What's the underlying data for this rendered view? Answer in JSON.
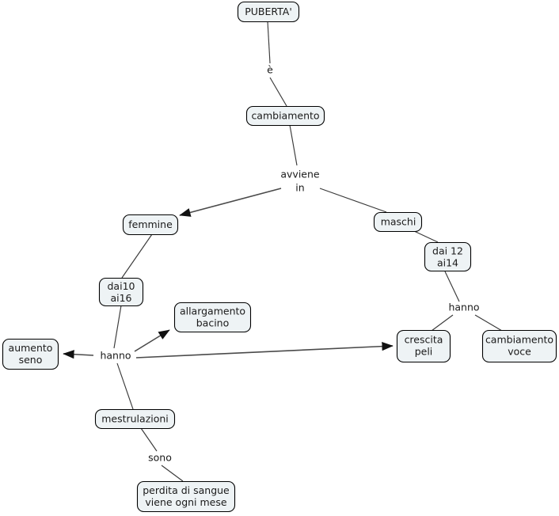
{
  "diagram": {
    "title": "PUBERTA' concept map",
    "background_color": "#ffffff",
    "node_fill": "#eef3f5",
    "node_stroke": "#000000",
    "text_color": "#1a1a1a",
    "nodes": [
      {
        "id": "puberta",
        "label": "PUBERTA'",
        "lines": [
          "PUBERTA'"
        ]
      },
      {
        "id": "cambiamento",
        "label": "cambiamento",
        "lines": [
          "cambiamento"
        ]
      },
      {
        "id": "femmine",
        "label": "femmine",
        "lines": [
          "femmine"
        ]
      },
      {
        "id": "maschi",
        "label": "maschi",
        "lines": [
          "maschi"
        ]
      },
      {
        "id": "dai10ai16",
        "label": "dai10 ai16",
        "lines": [
          "dai10",
          "ai16"
        ]
      },
      {
        "id": "dai12ai14",
        "label": "dai 12 ai14",
        "lines": [
          "dai 12",
          "ai14"
        ]
      },
      {
        "id": "aumentoseno",
        "label": "aumento seno",
        "lines": [
          "aumento",
          "seno"
        ]
      },
      {
        "id": "allargamento",
        "label": "allargamento bacino",
        "lines": [
          "allargamento",
          "bacino"
        ]
      },
      {
        "id": "mestrulazioni",
        "label": "mestrulazioni",
        "lines": [
          "mestrulazioni"
        ]
      },
      {
        "id": "perdita",
        "label": "perdita di sangue viene ogni mese",
        "lines": [
          "perdita di sangue",
          "viene ogni mese"
        ]
      },
      {
        "id": "crescitapeli",
        "label": "crescita peli",
        "lines": [
          "crescita",
          "peli"
        ]
      },
      {
        "id": "cambiamentovoce",
        "label": "cambiamento voce",
        "lines": [
          "cambiamento",
          "voce"
        ]
      }
    ],
    "link_labels": [
      {
        "id": "e-label",
        "text": "è"
      },
      {
        "id": "avviene-in-label",
        "lines": [
          "avviene",
          "in"
        ],
        "text": "avviene in"
      },
      {
        "id": "hanno-left-label",
        "text": "hanno"
      },
      {
        "id": "hanno-right-label",
        "text": "hanno"
      },
      {
        "id": "sono-label",
        "text": "sono"
      }
    ],
    "relations": [
      {
        "from": "puberta",
        "label": "è",
        "to": "cambiamento"
      },
      {
        "from": "cambiamento",
        "label": "avviene in",
        "to": "femmine"
      },
      {
        "from": "cambiamento",
        "label": "avviene in",
        "to": "maschi"
      },
      {
        "from": "femmine",
        "label": "",
        "to": "dai10 ai16"
      },
      {
        "from": "maschi",
        "label": "",
        "to": "dai 12 ai14"
      },
      {
        "from": "dai10 ai16",
        "label": "hanno",
        "to": "aumento seno"
      },
      {
        "from": "dai10 ai16",
        "label": "hanno",
        "to": "allargamento bacino"
      },
      {
        "from": "dai10 ai16",
        "label": "hanno",
        "to": "crescita peli"
      },
      {
        "from": "dai10 ai16",
        "label": "hanno",
        "to": "mestrulazioni"
      },
      {
        "from": "mestrulazioni",
        "label": "sono",
        "to": "perdita di sangue viene ogni mese"
      },
      {
        "from": "dai 12 ai14",
        "label": "hanno",
        "to": "crescita peli"
      },
      {
        "from": "dai 12 ai14",
        "label": "hanno",
        "to": "cambiamento voce"
      }
    ]
  }
}
